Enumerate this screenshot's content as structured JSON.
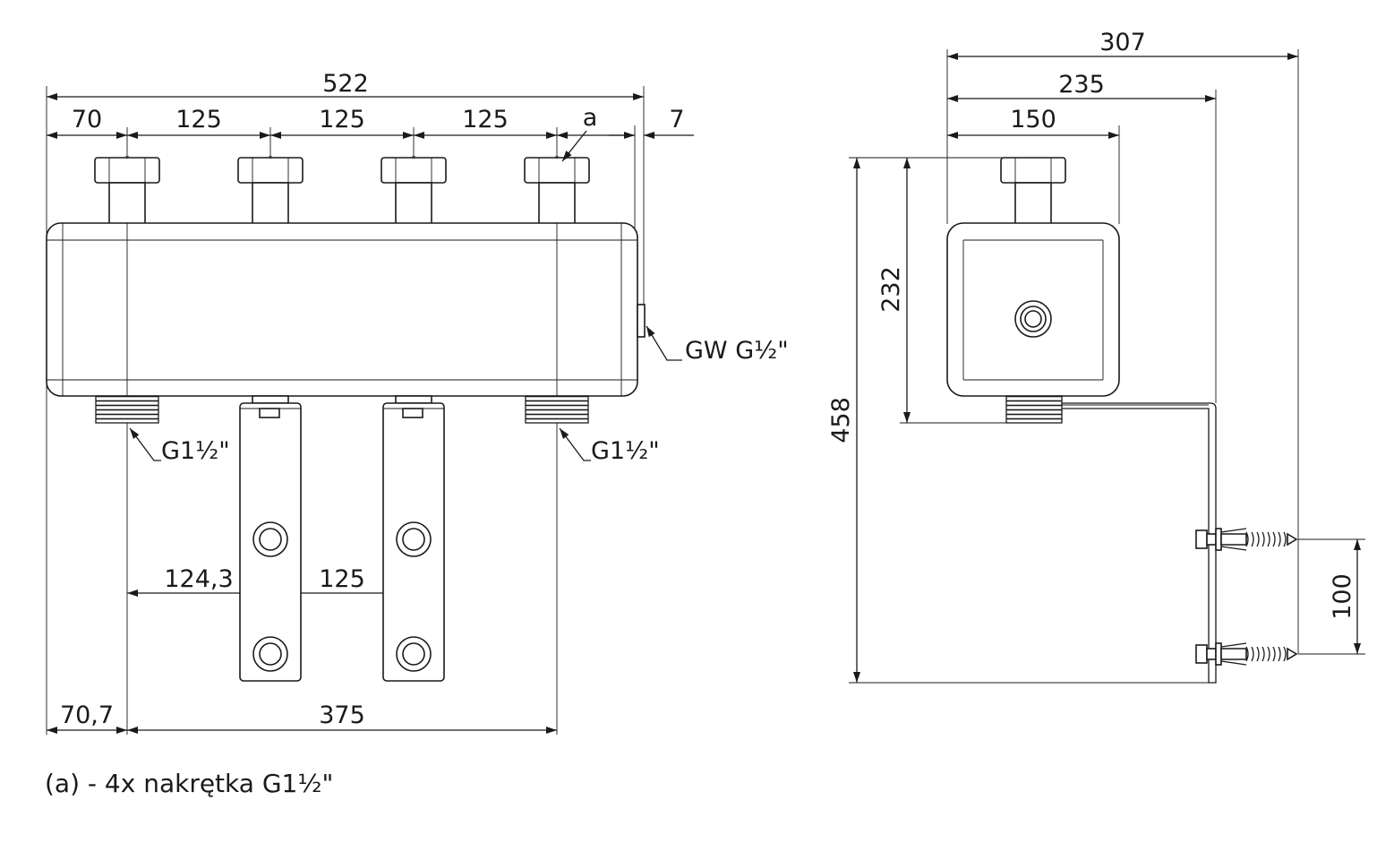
{
  "front_view": {
    "dims": {
      "total_width": "522",
      "spacing_first": "70",
      "spacing_1": "125",
      "spacing_2": "125",
      "spacing_3": "125",
      "nut_ref": "a",
      "offset_right": "7",
      "bracket_offset": "124,3",
      "bracket_spacing": "125",
      "left_offset": "70,7",
      "bottom_span": "375"
    },
    "labels": {
      "side_port": "GW G½\"",
      "bottom_left": "G1½\"",
      "bottom_right": "G1½\""
    }
  },
  "side_view": {
    "dims": {
      "depth_total": "307",
      "depth_mid": "235",
      "depth_top": "150",
      "height_body": "232",
      "height_total": "458",
      "bolt_spacing": "100"
    }
  },
  "note": "(a) - 4x nakrętka G1½\""
}
